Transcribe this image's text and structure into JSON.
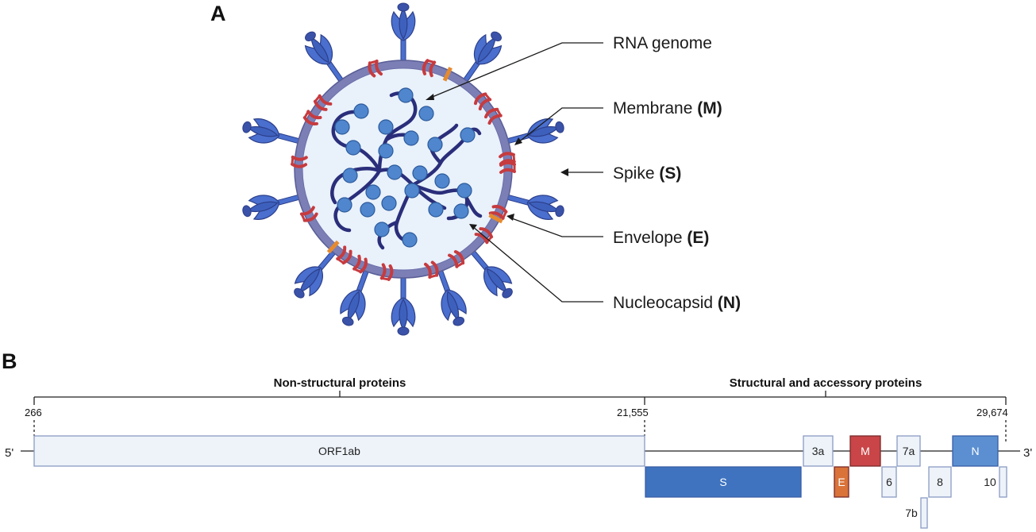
{
  "panel_a": {
    "letter": "A",
    "labels": [
      {
        "key": "rna",
        "text": "RNA genome",
        "abbr": ""
      },
      {
        "key": "membrane",
        "text": "Membrane",
        "abbr": "(M)"
      },
      {
        "key": "spike",
        "text": "Spike",
        "abbr": "(S)"
      },
      {
        "key": "envelope",
        "text": "Envelope",
        "abbr": "(E)"
      },
      {
        "key": "nucleocapsid",
        "text": "Nucleocapsid",
        "abbr": "(N)"
      }
    ]
  },
  "panel_b": {
    "letter": "B",
    "headers": {
      "nonstructural": "Non-structural proteins",
      "structural": "Structural and accessory proteins"
    },
    "positions": {
      "start": "266",
      "mid": "21,555",
      "end": "29,674"
    },
    "ends": {
      "five_prime": "5'",
      "three_prime": "3'"
    },
    "genes": [
      {
        "name": "ORF1ab",
        "color": "#eef3fa"
      },
      {
        "name": "S",
        "color": "#3f73bf"
      },
      {
        "name": "3a",
        "color": "#eef3fa"
      },
      {
        "name": "E",
        "color": "#d9733a"
      },
      {
        "name": "M",
        "color": "#c94548"
      },
      {
        "name": "6",
        "color": "#eef3fa"
      },
      {
        "name": "7a",
        "color": "#eef3fa"
      },
      {
        "name": "7b",
        "color": "#eef3fa"
      },
      {
        "name": "8",
        "color": "#eef3fa"
      },
      {
        "name": "N",
        "color": "#5b8fd1"
      },
      {
        "name": "10",
        "color": "#eef3fa"
      }
    ]
  },
  "colors": {
    "membrane": "#7b7fb5",
    "spike": "#4a6fce",
    "spike_dark": "#3a52a8",
    "m_protein": "#c63b3f",
    "e_protein": "#e68a2e",
    "rna": "#2a2e7a",
    "nucleocapsid": "#4f86cd",
    "interior": "#e9f1fb"
  }
}
